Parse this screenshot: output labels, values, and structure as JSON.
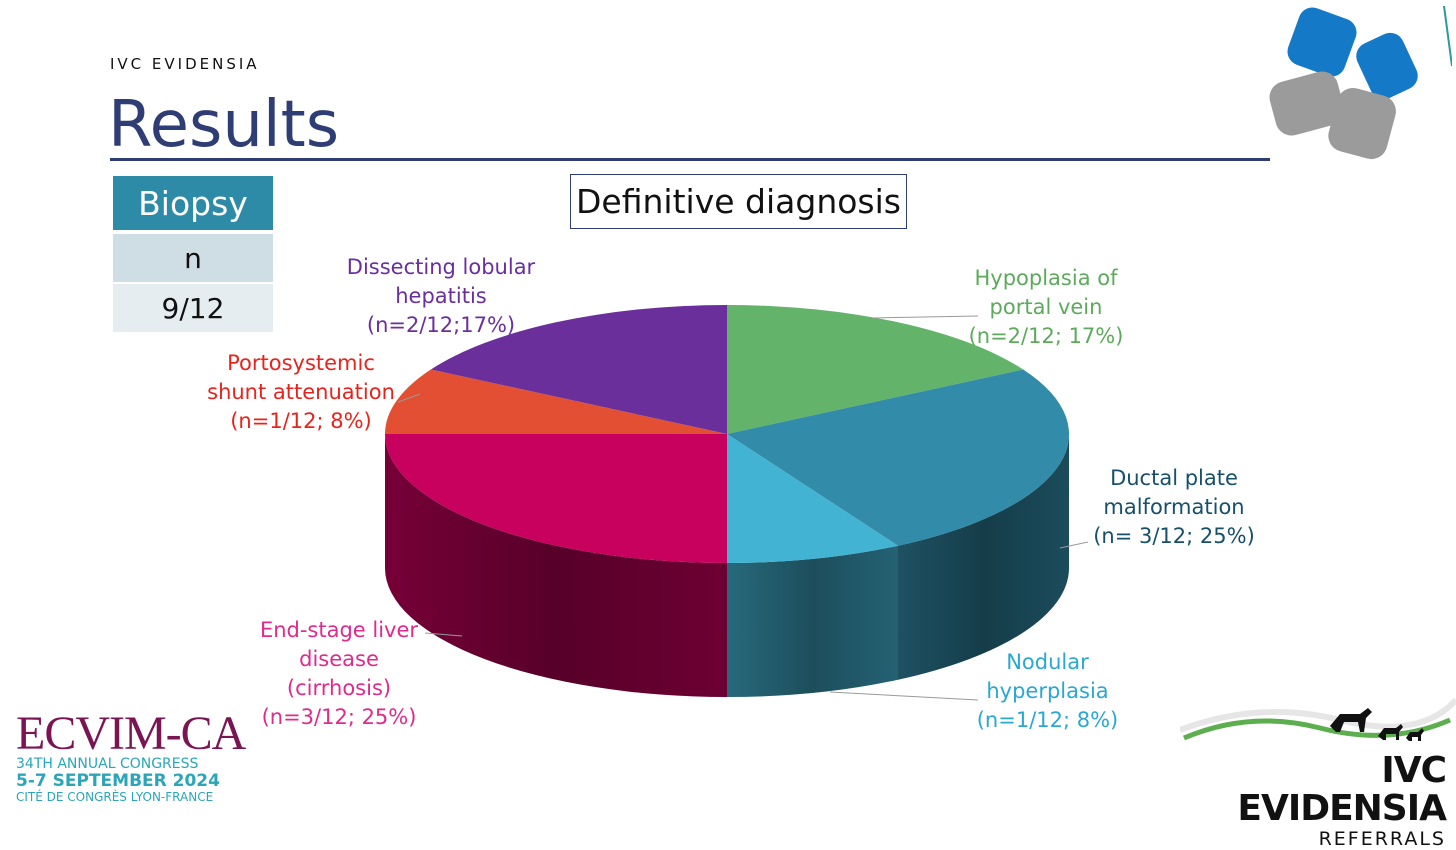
{
  "header": {
    "brand": "IVC EVIDENSIA",
    "title": "Results"
  },
  "biopsy_table": {
    "header": "Biopsy",
    "column": "n",
    "value": "9/12"
  },
  "chart_data": {
    "type": "pie",
    "title": "Definitive diagnosis",
    "slices": [
      {
        "label": [
          "Hypoplasia of",
          "portal vein",
          "(n=2/12; 17%)"
        ],
        "value": 2,
        "percent": 17,
        "color": "#63b36b",
        "label_color": "#5daa5c"
      },
      {
        "label": [
          "Ductal plate",
          "malformation",
          "(n= 3/12; 25%)"
        ],
        "value": 3,
        "percent": 25,
        "color": "#328ba8",
        "label_color": "#16506a"
      },
      {
        "label": [
          "Nodular",
          "hyperplasia",
          "(n=1/12; 8%)"
        ],
        "value": 1,
        "percent": 8,
        "color": "#42b3d3",
        "label_color": "#2aa7d3"
      },
      {
        "label": [
          "End-stage liver",
          "disease",
          "(cirrhosis)",
          "(n=3/12; 25%)"
        ],
        "value": 3,
        "percent": 25,
        "color": "#c8005e",
        "label_color": "#e02a8c"
      },
      {
        "label": [
          "Portosystemic",
          "shunt attenuation",
          "(n=1/12; 8%)"
        ],
        "value": 1,
        "percent": 8,
        "color": "#e24f32",
        "label_color": "#e8231c"
      },
      {
        "label": [
          "Dissecting lobular",
          "hepatitis",
          "(n=2/12;17%)"
        ],
        "value": 2,
        "percent": 17,
        "color": "#6b2f9c",
        "label_color": "#6a2ea0"
      }
    ]
  },
  "footer": {
    "ecvim": {
      "name": "ECVIM-CA",
      "line1": "34TH ANNUAL CONGRESS",
      "line2": "5-7 SEPTEMBER 2024",
      "line3": "CITÉ DE CONGRÈS LYON-FRANCE"
    },
    "ivc": {
      "name": "IVC EVIDENSIA",
      "sub": "REFERRALS"
    }
  }
}
